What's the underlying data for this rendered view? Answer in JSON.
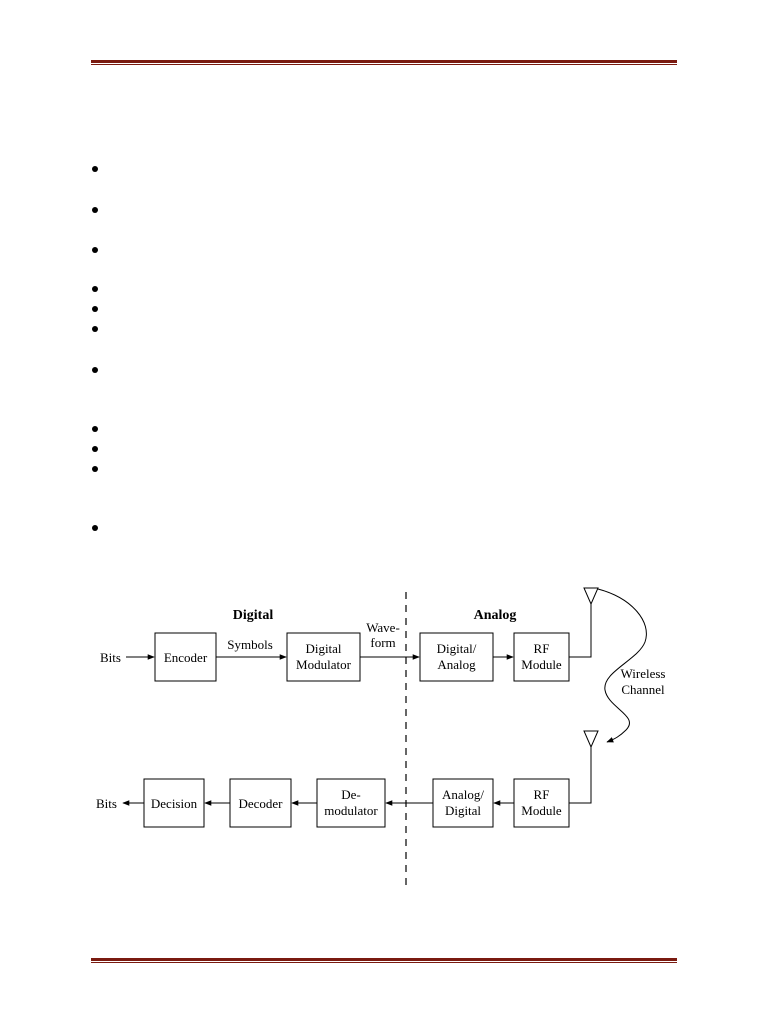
{
  "bullets": [
    "",
    "",
    "",
    "",
    "",
    "",
    "",
    "",
    "",
    "",
    ""
  ],
  "diagram": {
    "section_labels": {
      "digital": "Digital",
      "analog": "Analog"
    },
    "tx": {
      "input": "Bits",
      "encoder": "Encoder",
      "symbols": "Symbols",
      "modulator": [
        "Digital",
        "Modulator"
      ],
      "waveform": [
        "Wave-",
        "form"
      ],
      "dac": [
        "Digital/",
        "Analog"
      ],
      "rf": [
        "RF",
        "Module"
      ]
    },
    "channel": [
      "Wireless",
      "Channel"
    ],
    "rx": {
      "rf": [
        "RF",
        "Module"
      ],
      "adc": [
        "Analog/",
        "Digital"
      ],
      "demodulator": [
        "De-",
        "modulator"
      ],
      "decoder": "Decoder",
      "decision": "Decision",
      "output": "Bits"
    }
  }
}
